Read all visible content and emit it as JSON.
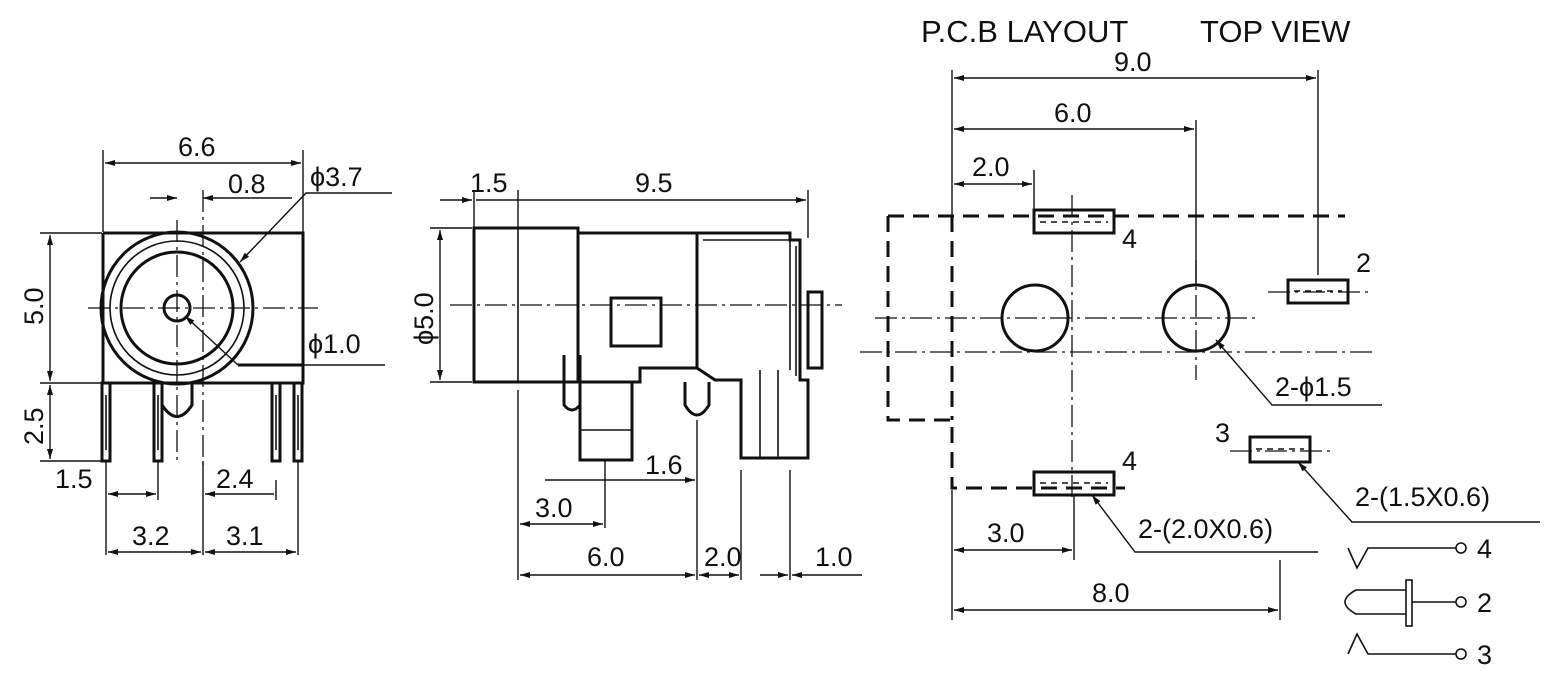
{
  "titles": {
    "pcb_layout": "P.C.B LAYOUT",
    "top_view": "TOP VIEW"
  },
  "front_view": {
    "width": "6.6",
    "offset": "0.8",
    "outer_dia": "ϕ3.7",
    "height": "5.0",
    "inner_dia": "ϕ1.0",
    "pin_length": "2.5",
    "pin_left": "1.5",
    "pin_right": "2.4",
    "pitch_left": "3.2",
    "pitch_right": "3.1"
  },
  "side_view": {
    "front": "1.5",
    "length": "9.5",
    "dia": "ϕ5.0",
    "pin_offset": "1.6",
    "pin_a": "3.0",
    "span": "6.0",
    "pin_b": "2.0",
    "pin_c": "1.0"
  },
  "pcb": {
    "total": "9.0",
    "holes": "6.0",
    "pad": "2.0",
    "pin_4_top": "4",
    "pin_2": "2",
    "pin_3": "3",
    "pin_4_bottom": "4",
    "hole_dia": "2-ϕ1.5",
    "slot_small": "2-(1.5X0.6)",
    "slot_large": "2-(2.0X0.6)",
    "bottom_offset": "3.0",
    "bottom_span": "8.0"
  },
  "schematic": {
    "pin_4": "4",
    "pin_2": "2",
    "pin_3": "3"
  }
}
